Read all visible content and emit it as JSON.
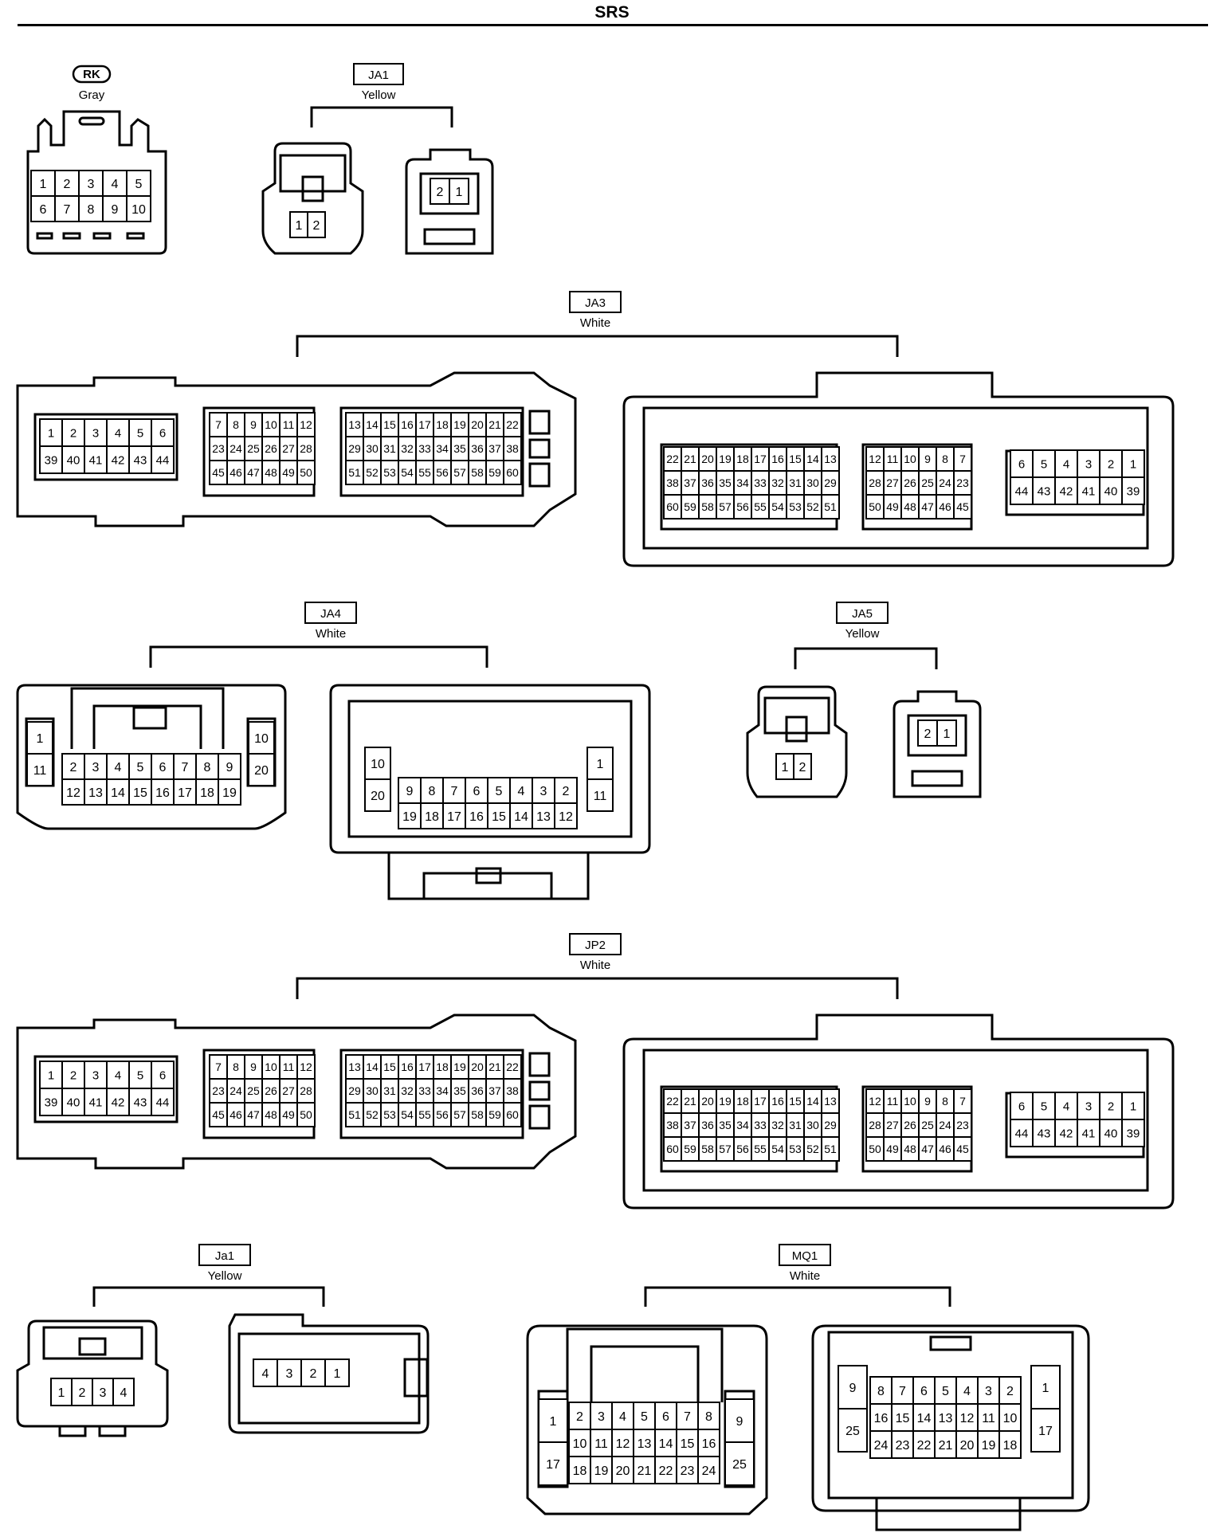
{
  "title": "SRS",
  "colors": {
    "ink": "#000000",
    "paper": "#ffffff"
  },
  "connectors": {
    "rk": {
      "code": "RK",
      "color": "Gray"
    },
    "ja1": {
      "code": "JA1",
      "color": "Yellow"
    },
    "ja3": {
      "code": "JA3",
      "color": "White"
    },
    "ja4": {
      "code": "JA4",
      "color": "White"
    },
    "ja5": {
      "code": "JA5",
      "color": "Yellow"
    },
    "jp2": {
      "code": "JP2",
      "color": "White"
    },
    "ja1_lower": {
      "code": "Ja1",
      "color": "Yellow"
    },
    "mq1": {
      "code": "MQ1",
      "color": "White"
    }
  },
  "pin_grids": {
    "rk": [
      [
        "1",
        "2",
        "3",
        "4",
        "5"
      ],
      [
        "6",
        "7",
        "8",
        "9",
        "10"
      ]
    ],
    "ja1_female": [
      [
        "1",
        "2"
      ]
    ],
    "ja1_male": [
      [
        "2",
        "1"
      ]
    ],
    "ja3_left_a": [
      [
        "1",
        "2",
        "3",
        "4",
        "5",
        "6"
      ],
      [
        "39",
        "40",
        "41",
        "42",
        "43",
        "44"
      ]
    ],
    "ja3_left_b": [
      [
        "7",
        "8",
        "9",
        "10",
        "11",
        "12"
      ],
      [
        "23",
        "24",
        "25",
        "26",
        "27",
        "28"
      ],
      [
        "45",
        "46",
        "47",
        "48",
        "49",
        "50"
      ]
    ],
    "ja3_left_c": [
      [
        "13",
        "14",
        "15",
        "16",
        "17",
        "18",
        "19",
        "20",
        "21",
        "22"
      ],
      [
        "29",
        "30",
        "31",
        "32",
        "33",
        "34",
        "35",
        "36",
        "37",
        "38"
      ],
      [
        "51",
        "52",
        "53",
        "54",
        "55",
        "56",
        "57",
        "58",
        "59",
        "60"
      ]
    ],
    "ja3_right_a": [
      [
        "22",
        "21",
        "20",
        "19",
        "18",
        "17",
        "16",
        "15",
        "14",
        "13"
      ],
      [
        "38",
        "37",
        "36",
        "35",
        "34",
        "33",
        "32",
        "31",
        "30",
        "29"
      ],
      [
        "60",
        "59",
        "58",
        "57",
        "56",
        "55",
        "54",
        "53",
        "52",
        "51"
      ]
    ],
    "ja3_right_b": [
      [
        "12",
        "11",
        "10",
        "9",
        "8",
        "7"
      ],
      [
        "28",
        "27",
        "26",
        "25",
        "24",
        "23"
      ],
      [
        "50",
        "49",
        "48",
        "47",
        "46",
        "45"
      ]
    ],
    "ja3_right_c": [
      [
        "6",
        "5",
        "4",
        "3",
        "2",
        "1"
      ],
      [
        "44",
        "43",
        "42",
        "41",
        "40",
        "39"
      ]
    ],
    "ja4_left_l": [
      [
        "1"
      ],
      [
        "11"
      ]
    ],
    "ja4_left_mid": [
      [
        "2",
        "3",
        "4",
        "5",
        "6",
        "7",
        "8",
        "9"
      ],
      [
        "12",
        "13",
        "14",
        "15",
        "16",
        "17",
        "18",
        "19"
      ]
    ],
    "ja4_left_r": [
      [
        "10"
      ],
      [
        "20"
      ]
    ],
    "ja4_right_l": [
      [
        "10"
      ],
      [
        "20"
      ]
    ],
    "ja4_right_mid": [
      [
        "9",
        "8",
        "7",
        "6",
        "5",
        "4",
        "3",
        "2"
      ],
      [
        "19",
        "18",
        "17",
        "16",
        "15",
        "14",
        "13",
        "12"
      ]
    ],
    "ja4_right_r": [
      [
        "1"
      ],
      [
        "11"
      ]
    ],
    "ja5_female": [
      [
        "1",
        "2"
      ]
    ],
    "ja5_male": [
      [
        "2",
        "1"
      ]
    ],
    "ja1_lower_female": [
      [
        "1",
        "2",
        "3",
        "4"
      ]
    ],
    "ja1_lower_male": [
      [
        "4",
        "3",
        "2",
        "1"
      ]
    ],
    "mq1_left_l": [
      [
        "1"
      ],
      [
        "17"
      ]
    ],
    "mq1_left_mid": [
      [
        "2",
        "3",
        "4",
        "5",
        "6",
        "7",
        "8"
      ],
      [
        "10",
        "11",
        "12",
        "13",
        "14",
        "15",
        "16"
      ],
      [
        "18",
        "19",
        "20",
        "21",
        "22",
        "23",
        "24"
      ]
    ],
    "mq1_left_r": [
      [
        "9"
      ],
      [
        "25"
      ]
    ],
    "mq1_right_l": [
      [
        "9"
      ],
      [
        "25"
      ]
    ],
    "mq1_right_mid": [
      [
        "8",
        "7",
        "6",
        "5",
        "4",
        "3",
        "2"
      ],
      [
        "16",
        "15",
        "14",
        "13",
        "12",
        "11",
        "10"
      ],
      [
        "24",
        "23",
        "22",
        "21",
        "20",
        "19",
        "18"
      ]
    ],
    "mq1_right_r": [
      [
        "1"
      ],
      [
        "17"
      ]
    ]
  }
}
